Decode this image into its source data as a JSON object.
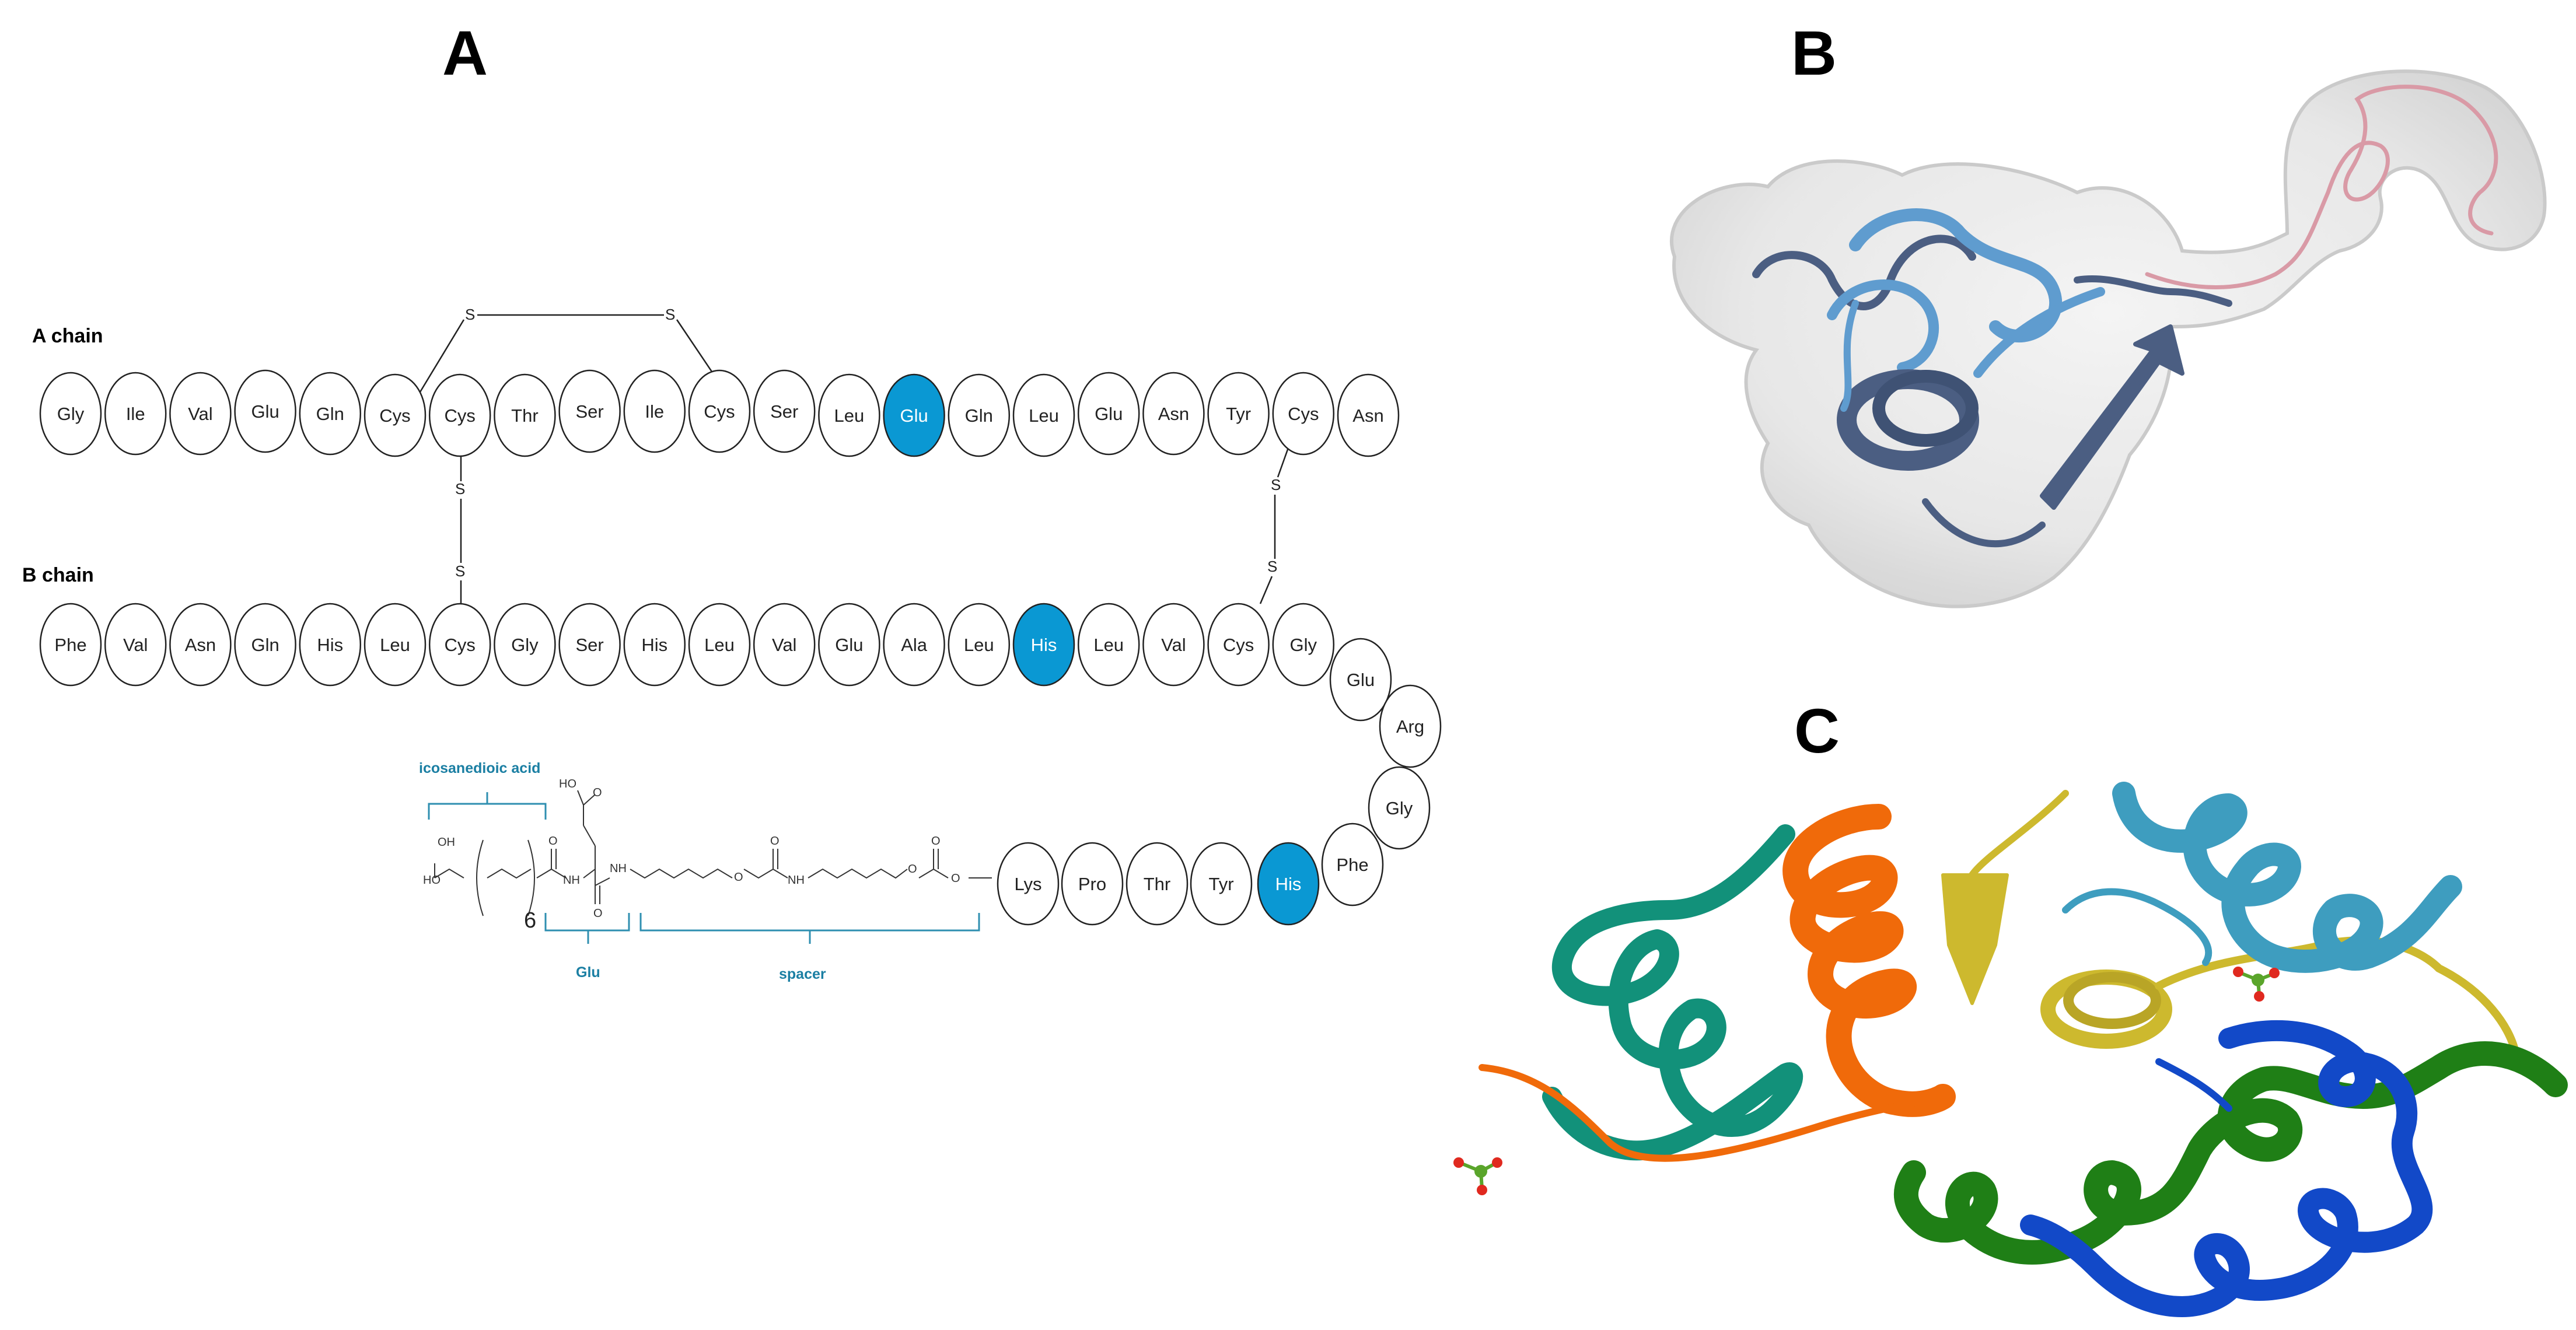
{
  "panels": {
    "a": "A",
    "b": "B",
    "c": "C"
  },
  "colors": {
    "highlight": "#0a98d3",
    "bracket": "#2f8fb0",
    "chainC_1": "#12917a",
    "chainC_2": "#f06a0a",
    "chainC_3": "#cdb92e",
    "chainC_4": "#3e9dbf",
    "chainC_5": "#1f7f16",
    "chainC_6": "#1249c8",
    "protein_dark": "#4b5e82",
    "protein_light": "#5f9ccf",
    "tail_pink": "#d99aa6"
  },
  "panelA": {
    "a_chain_label": "A chain",
    "b_chain_label": "B chain",
    "a_chain": [
      "Gly",
      "Ile",
      "Val",
      "Glu",
      "Gln",
      "Cys",
      "Cys",
      "Thr",
      "Ser",
      "Ile",
      "Cys",
      "Ser",
      "Leu",
      "Glu",
      "Gln",
      "Leu",
      "Glu",
      "Asn",
      "Tyr",
      "Cys",
      "Asn"
    ],
    "a_highlight": [
      13
    ],
    "b_chain_top": [
      "Phe",
      "Val",
      "Asn",
      "Gln",
      "His",
      "Leu",
      "Cys",
      "Gly",
      "Ser",
      "His",
      "Leu",
      "Val",
      "Glu",
      "Ala",
      "Leu",
      "His",
      "Leu",
      "Val",
      "Cys",
      "Gly"
    ],
    "b_highlight_top": [
      15
    ],
    "b_chain_turn": [
      "Glu",
      "Arg",
      "Gly",
      "Phe"
    ],
    "b_chain_bottom": [
      "Lys",
      "Pro",
      "Thr",
      "Tyr",
      "His"
    ],
    "b_highlight_bottom": [
      4
    ],
    "sulfur": "S",
    "chem": {
      "oh": "OH",
      "ho": "HO",
      "o": "O",
      "nh": "NH",
      "repeat": "6"
    },
    "labels": {
      "icosanedioic": "icosanedioic acid",
      "glu": "Glu",
      "spacer": "spacer"
    }
  }
}
